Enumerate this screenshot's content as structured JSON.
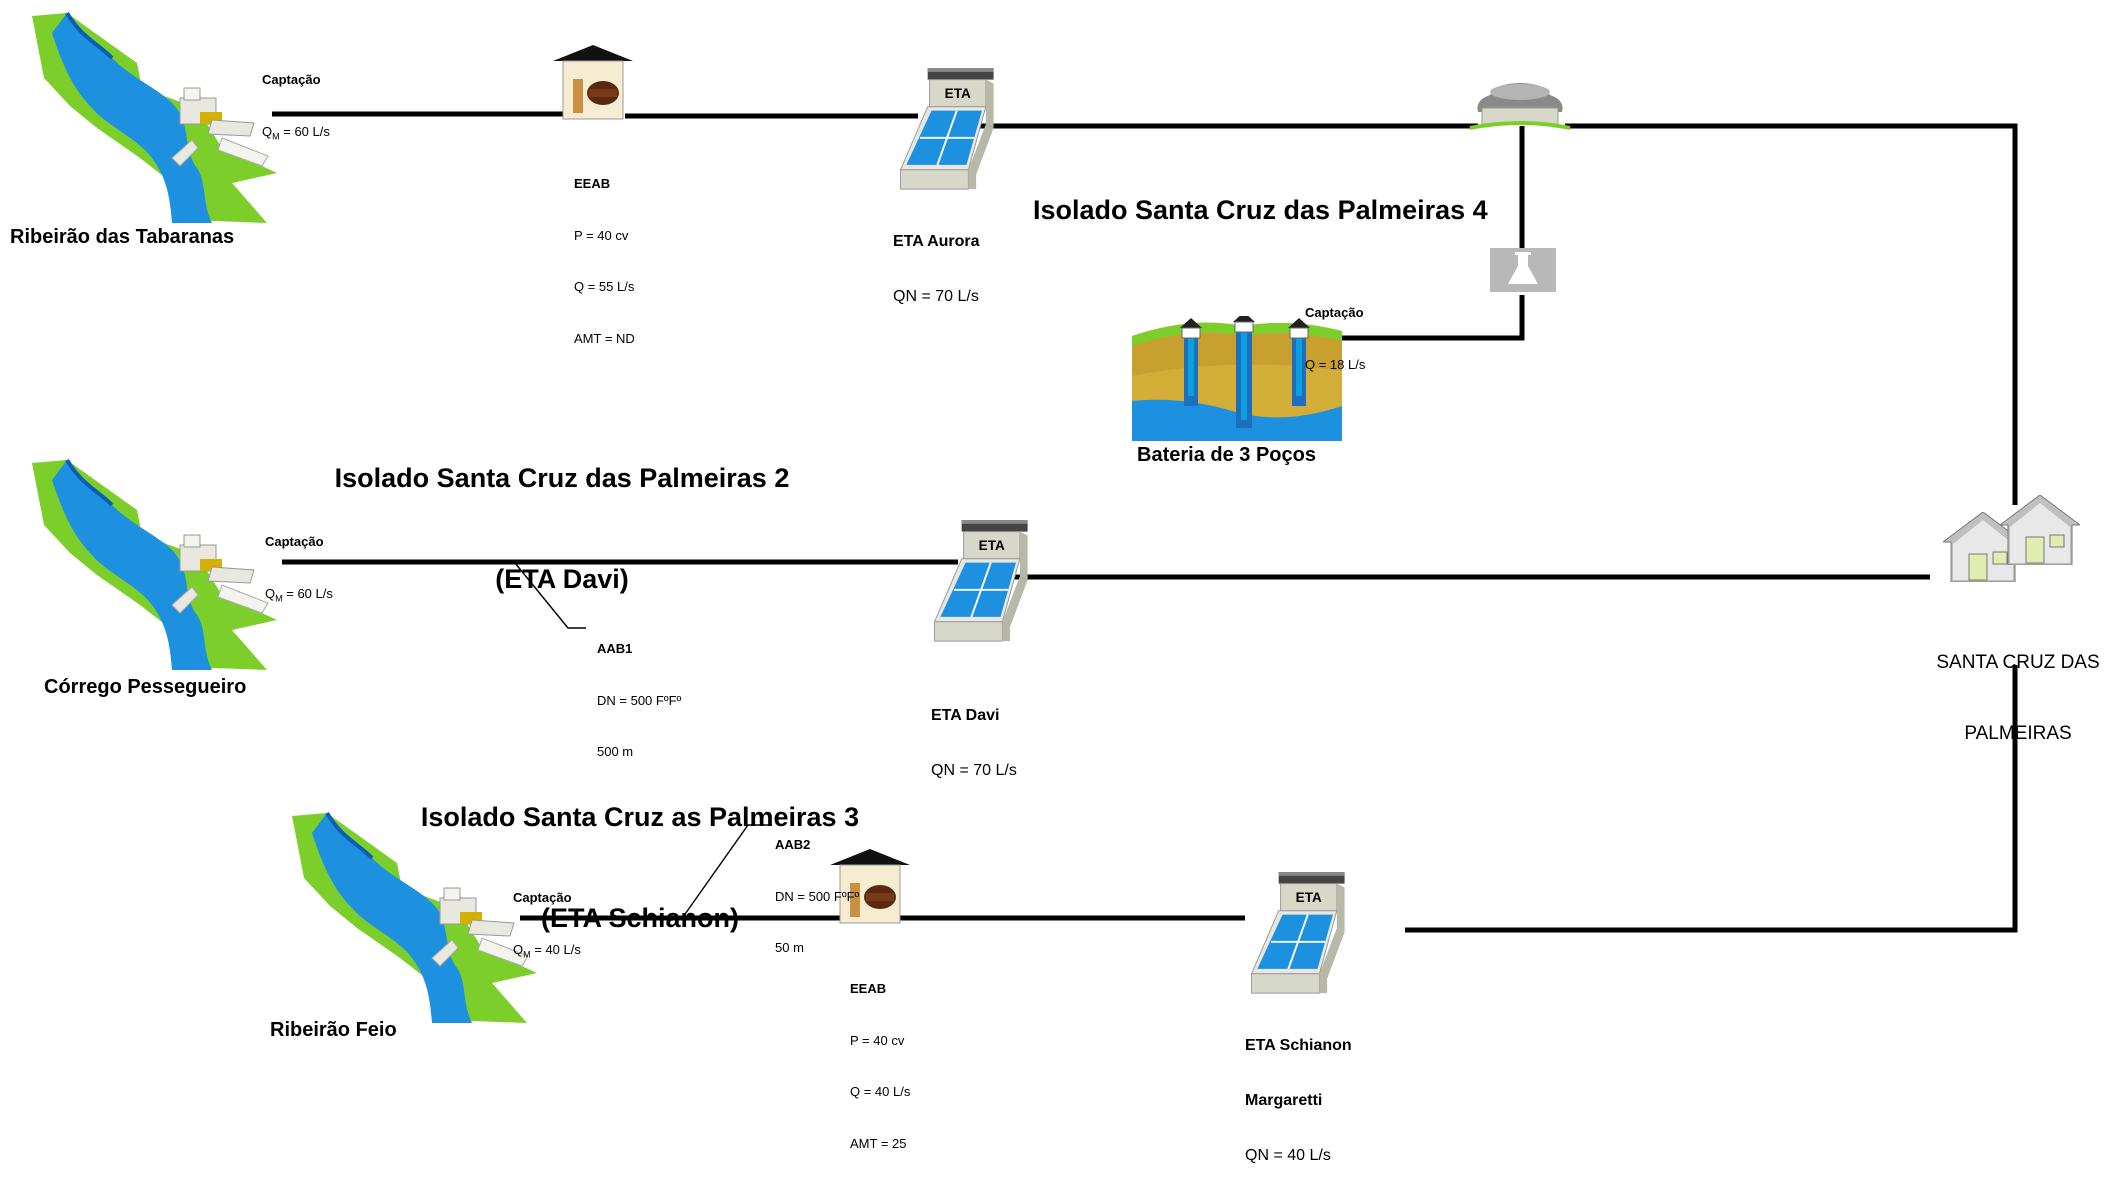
{
  "systems": {
    "s4": {
      "title": "Isolado Santa Cruz das Palmeiras 4",
      "source": "Ribeirão das Tabaranas",
      "intake": {
        "title": "Captação",
        "flow_prefix": "Q",
        "flow_sub": "M",
        "flow_value": " = 60 L/s"
      },
      "pump": {
        "title": "EEAB",
        "p": "P = 40 cv",
        "q": "Q = 55 L/s",
        "amt": "AMT = ND"
      },
      "eta": {
        "badge": "ETA",
        "name": "ETA Aurora",
        "qn": "QN = 70 L/s"
      },
      "wells": {
        "title": "Captação",
        "q": "Q = 18 L/s",
        "name": "Bateria de 3 Poços"
      }
    },
    "s2": {
      "title_line1": "Isolado Santa Cruz das Palmeiras 2",
      "title_line2": "(ETA Davi)",
      "source": "Córrego Pessegueiro",
      "intake": {
        "title": "Captação",
        "flow_prefix": "Q",
        "flow_sub": "M",
        "flow_value": " = 60 L/s"
      },
      "pipe": {
        "title": "AAB1",
        "dn": "DN = 500 FºFº",
        "len": "500 m"
      },
      "eta": {
        "badge": "ETA",
        "name": "ETA Davi",
        "qn": "QN = 70 L/s"
      }
    },
    "s3": {
      "title_line1": "Isolado Santa Cruz as Palmeiras 3",
      "title_line2": "(ETA Schianon)",
      "source": "Ribeirão Feio",
      "intake": {
        "title": "Captação",
        "flow_prefix": "Q",
        "flow_sub": "M",
        "flow_value": " = 40 L/s"
      },
      "pipe": {
        "title": "AAB2",
        "dn": "DN = 500 FºFº",
        "len": "50 m"
      },
      "pump": {
        "title": "EEAB",
        "p": "P = 40 cv",
        "q": "Q = 40 L/s",
        "amt": "AMT = 25"
      },
      "eta": {
        "badge": "ETA",
        "name_line1": "ETA Schianon",
        "name_line2": "Margaretti",
        "qn": "QN = 40 L/s"
      }
    }
  },
  "city": {
    "line1": "SANTA CRUZ DAS",
    "line2": "PALMEIRAS"
  },
  "colors": {
    "grass": "#7ccf2a",
    "water": "#1e90e0",
    "waterDark": "#0a5fb5",
    "concrete": "#e8e8e0",
    "pipe": "#000000",
    "soil": "#c8a030",
    "houseGreen": "#e0ecb0"
  }
}
